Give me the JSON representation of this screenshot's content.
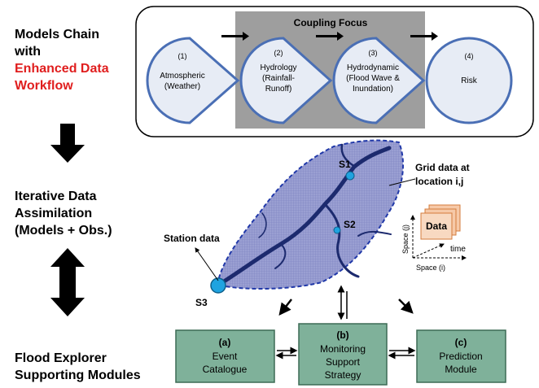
{
  "left_labels": {
    "models_chain": [
      "Models Chain",
      "with"
    ],
    "enhanced": [
      "Enhanced Data",
      "Workflow"
    ],
    "iterative": [
      "Iterative Data",
      "Assimilation",
      "(Models + Obs.)"
    ],
    "flood_explorer": [
      "Flood Explorer",
      "Supporting Modules"
    ]
  },
  "coupling": {
    "title": "Coupling Focus",
    "stages": [
      {
        "num": "(1)",
        "lines": [
          "Atmospheric",
          "(Weather)"
        ]
      },
      {
        "num": "(2)",
        "lines": [
          "Hydrology",
          "(Rainfall-",
          "Runoff)"
        ]
      },
      {
        "num": "(3)",
        "lines": [
          "Hydrodynamic",
          "(Flood Wave &",
          "Inundation)"
        ]
      },
      {
        "num": "(4)",
        "lines": [
          "Risk"
        ]
      }
    ]
  },
  "map": {
    "grid_label": [
      "Grid data at",
      "location i,j"
    ],
    "station_label": "Station data",
    "stations": [
      "S1",
      "S2",
      "S3"
    ],
    "data_label": "Data",
    "axis_time": "time",
    "axis_space_j": "Space (j)",
    "axis_space_i": "Space (i)"
  },
  "modules": [
    {
      "num": "(a)",
      "lines": [
        "Event",
        "Catalogue"
      ]
    },
    {
      "num": "(b)",
      "lines": [
        "Monitoring",
        "Support",
        "Strategy"
      ]
    },
    {
      "num": "(c)",
      "lines": [
        "Prediction",
        "Module"
      ]
    }
  ],
  "colors": {
    "circle_fill": "#e7ecf5",
    "circle_stroke": "#4a6fb5",
    "module_fill": "#7fb19a",
    "module_stroke": "#3d6b55",
    "accent_red": "#e01e1e",
    "station": "#1fa3e0",
    "grid_fill": "#8a8fc9",
    "boundary": "#2038a8"
  }
}
